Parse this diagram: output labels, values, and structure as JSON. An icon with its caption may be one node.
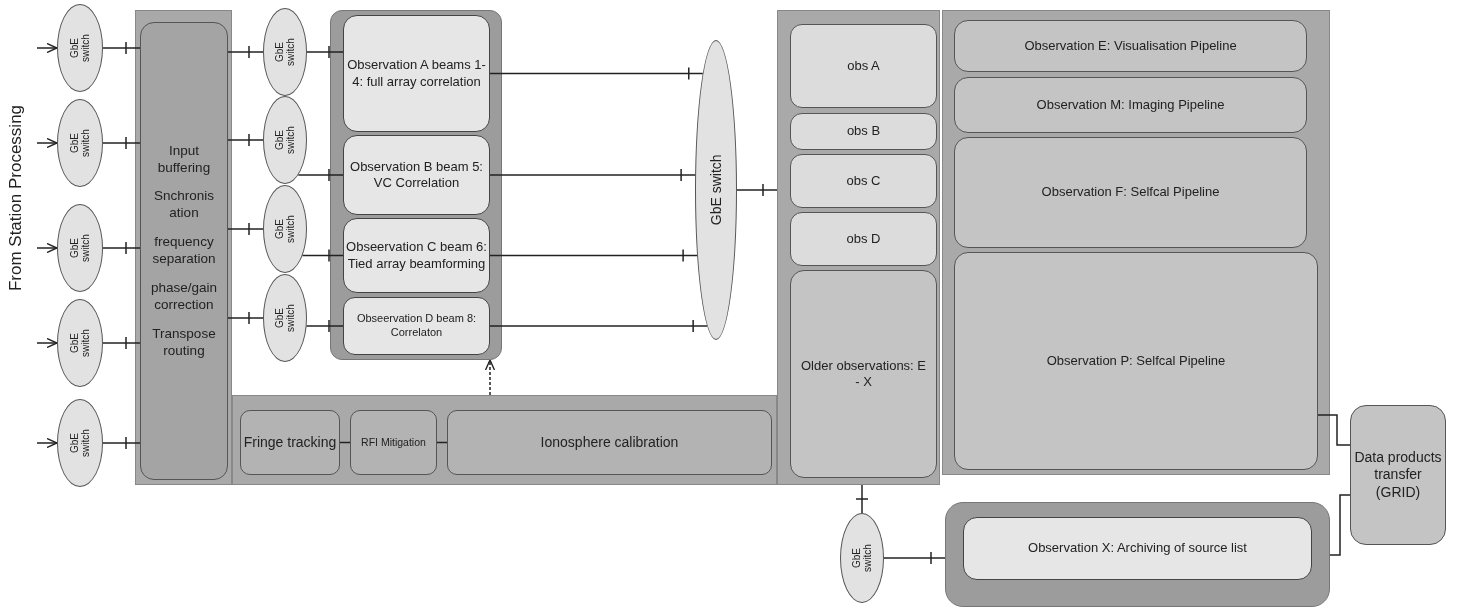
{
  "diagram": {
    "nodes": [
      {
        "text": [
          "GbE switch"
        ]
      },
      {
        "text": [
          "GbE switch"
        ]
      },
      {
        "text": [
          "GbE switch"
        ]
      },
      {
        "text": [
          "GbE switch"
        ]
      },
      {
        "text": [
          "GbE switch"
        ]
      },
      {
        "text": [
          "Input buffering",
          "Snchronis ation",
          "frequency separation",
          "phase/gain correction",
          "Transpose routing"
        ]
      },
      {
        "text": [
          "GbE switch"
        ]
      },
      {
        "text": [
          "GbE switch"
        ]
      },
      {
        "text": [
          "GbE switch"
        ]
      },
      {
        "text": [
          "GbE switch"
        ]
      },
      {
        "text": [],
        "shape": "box"
      },
      {
        "text": [
          "Observation A beams 1-4: full array correlation"
        ],
        "in": 10
      },
      {
        "text": [
          "Observation B beam 5: VC Correlation"
        ],
        "in": 10
      },
      {
        "text": [
          "Obseervation C beam 6: Tied array beamforming"
        ],
        "in": 10
      },
      {
        "text": [
          "Obseervation D beam 8: Correlaton"
        ],
        "in": 10
      },
      {
        "text": [
          "GbE switch"
        ]
      },
      {
        "text": [],
        "shape": "box"
      },
      {
        "text": [
          "obs A"
        ],
        "in": 16
      },
      {
        "text": [
          "obs B"
        ],
        "in": 16
      },
      {
        "text": [
          "obs C"
        ],
        "in": 16
      },
      {
        "text": [
          "obs D"
        ],
        "in": 16
      },
      {
        "text": [
          "Older observations: E - X"
        ],
        "in": 16
      },
      {
        "text": [],
        "shape": "box"
      },
      {
        "text": [
          "Observation E:  Visualisation Pipeline"
        ],
        "in": 22
      },
      {
        "text": [
          "Observation M:  Imaging Pipeline"
        ],
        "in": 22
      },
      {
        "text": [
          "Observation F:   Selfcal Pipeline"
        ],
        "in": 22
      },
      {
        "text": [
          "Observation P: Selfcal Pipeline"
        ],
        "in": 22
      },
      {
        "text": [],
        "shape": "box"
      },
      {
        "text": [
          "Fringe tracking"
        ],
        "in": 27
      },
      {
        "text": [
          "RFI Mitigation"
        ],
        "in": 27
      },
      {
        "text": [
          "Ionosphere calibration"
        ],
        "in": 27
      },
      {
        "text": [
          "GbE switch"
        ]
      },
      {
        "text": [],
        "shape": "box"
      },
      {
        "text": [
          "Observation X:   Archiving of source list"
        ],
        "in": 32
      },
      {
        "text": [
          "Data products transfer (GRID)"
        ]
      }
    ],
    "edges": [
      {
        "from": null,
        "to": 0,
        "arrow": "to"
      },
      {
        "from": null,
        "to": 1,
        "arrow": "to"
      },
      {
        "from": null,
        "to": 2,
        "arrow": "to"
      },
      {
        "from": null,
        "to": 3,
        "arrow": "to"
      },
      {
        "from": null,
        "to": 4,
        "arrow": "to"
      },
      {
        "from": 0,
        "to": 5,
        "arrow": "other"
      },
      {
        "from": 1,
        "to": 5,
        "arrow": "other"
      },
      {
        "from": 2,
        "to": 5,
        "arrow": "other"
      },
      {
        "from": 3,
        "to": 5,
        "arrow": "other"
      },
      {
        "from": 4,
        "to": 5,
        "arrow": "other"
      },
      {
        "from": 5,
        "to": 6,
        "arrow": "other"
      },
      {
        "from": 5,
        "to": 7,
        "arrow": "other"
      },
      {
        "from": 5,
        "to": 8,
        "arrow": "other"
      },
      {
        "from": 5,
        "to": 9,
        "arrow": "other"
      },
      {
        "from": 6,
        "to": 11,
        "arrow": "other"
      },
      {
        "from": 7,
        "to": 12,
        "arrow": "other"
      },
      {
        "from": 8,
        "to": 13,
        "arrow": "other"
      },
      {
        "from": 9,
        "to": 14,
        "arrow": "other"
      },
      {
        "from": 11,
        "to": 15,
        "arrow": "other"
      },
      {
        "from": 12,
        "to": 15,
        "arrow": "other"
      },
      {
        "from": 13,
        "to": 15,
        "arrow": "other"
      },
      {
        "from": 14,
        "to": 15,
        "arrow": "other"
      },
      {
        "from": 15,
        "to": 16,
        "arrow": "other"
      },
      {
        "from": 27,
        "to": 10,
        "arrow": "to",
        "style": "dashed"
      },
      {
        "from": 28,
        "to": 29,
        "arrow": "none"
      },
      {
        "from": 29,
        "to": 30,
        "arrow": "none"
      },
      {
        "from": 16,
        "to": 31,
        "arrow": "other"
      },
      {
        "from": 31,
        "to": 32,
        "arrow": "other"
      },
      {
        "from": 26,
        "to": 34,
        "arrow": "none"
      },
      {
        "from": 32,
        "to": 34,
        "arrow": "none"
      }
    ],
    "labels": [
      "From Station Processing"
    ]
  }
}
